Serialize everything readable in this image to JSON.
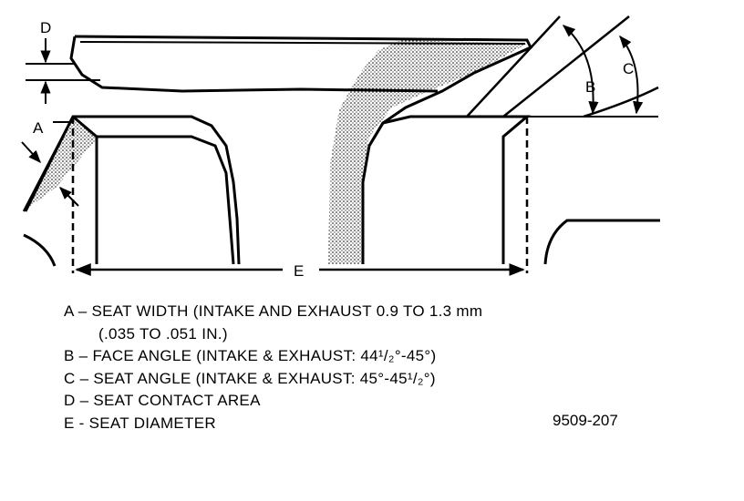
{
  "diagram": {
    "labels": {
      "a": "A",
      "b": "B",
      "c": "C",
      "d": "D",
      "e": "E"
    }
  },
  "legend": {
    "a_line1": "A – SEAT WIDTH (INTAKE AND EXHAUST 0.9 TO 1.3 mm",
    "a_line2": "(.035 TO .051 IN.)",
    "b": "B – FACE ANGLE (INTAKE & EXHAUST: 44¹/₂°-45°)",
    "c": "C – SEAT ANGLE (INTAKE & EXHAUST: 45°-45¹/₂°)",
    "d": "D – SEAT CONTACT AREA",
    "e": "E - SEAT DIAMETER"
  },
  "figure_id": "9509-207"
}
